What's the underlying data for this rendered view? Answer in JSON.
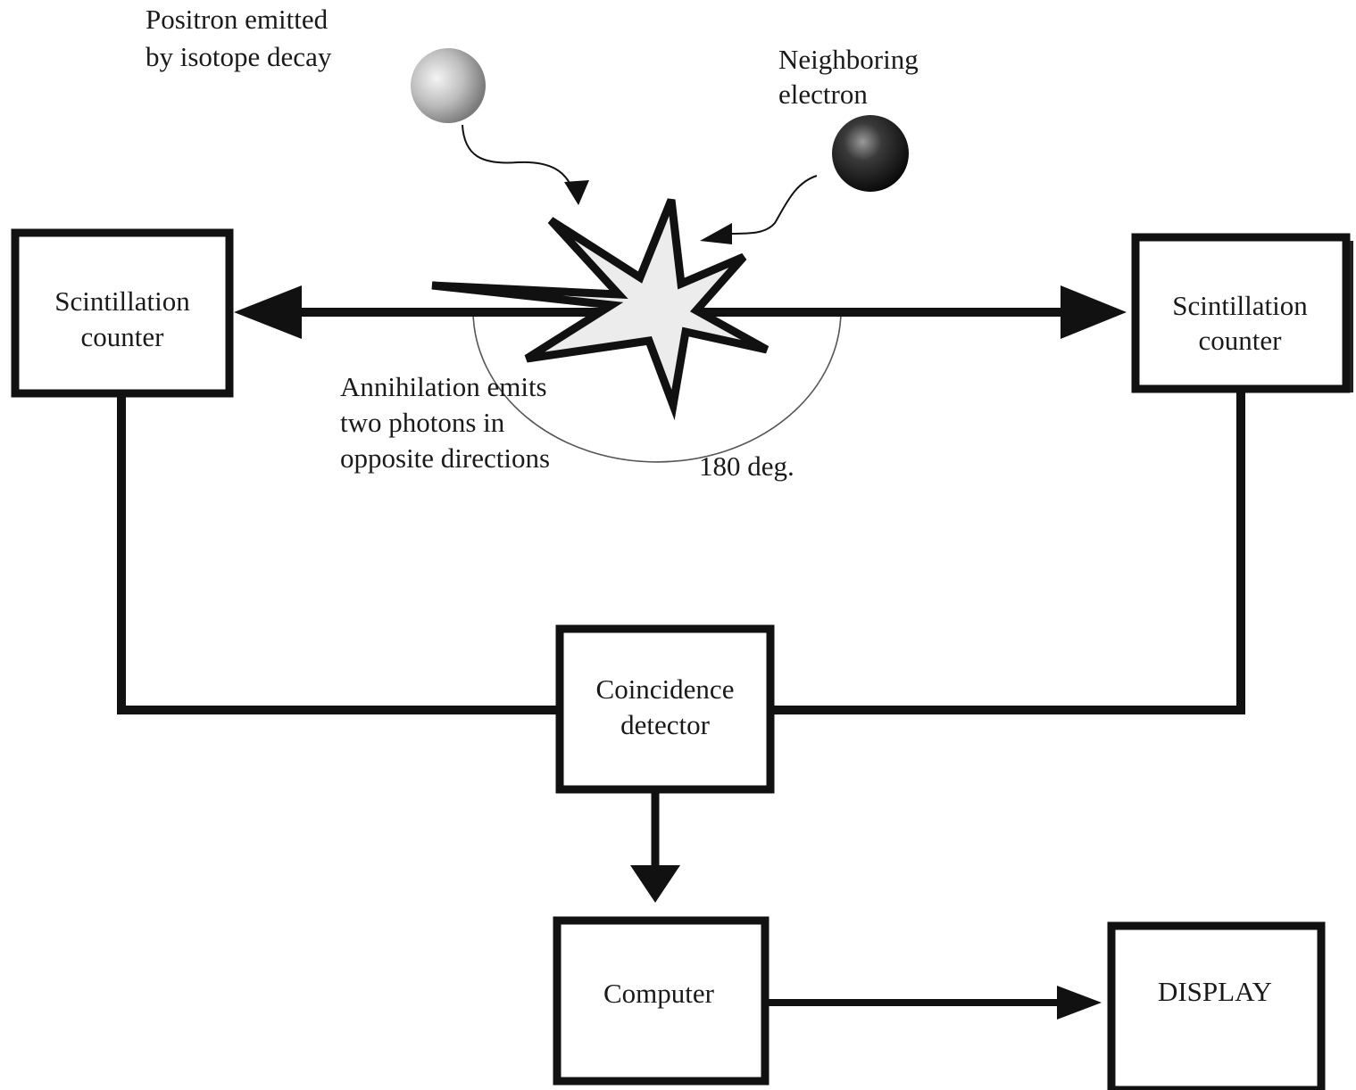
{
  "positron": {
    "line1": "Positron emitted",
    "line2": "by isotope decay"
  },
  "electron": {
    "line1": "Neighboring",
    "line2": "electron"
  },
  "annihilation": {
    "line1": "Annihilation emits",
    "line2": "two photons in",
    "line3": "opposite directions"
  },
  "angle_label": "180 deg.",
  "boxes": {
    "scintillation_left": {
      "line1": "Scintillation",
      "line2": "counter"
    },
    "scintillation_right": {
      "line1": "Scintillation",
      "line2": "counter"
    },
    "coincidence": {
      "line1": "Coincidence",
      "line2": "detector"
    },
    "computer": {
      "line1": "Computer"
    },
    "display": {
      "line1": "DISPLAY"
    }
  },
  "colors": {
    "stroke": "#111111",
    "burst_fill": "#ececec",
    "background": "#ffffff"
  }
}
